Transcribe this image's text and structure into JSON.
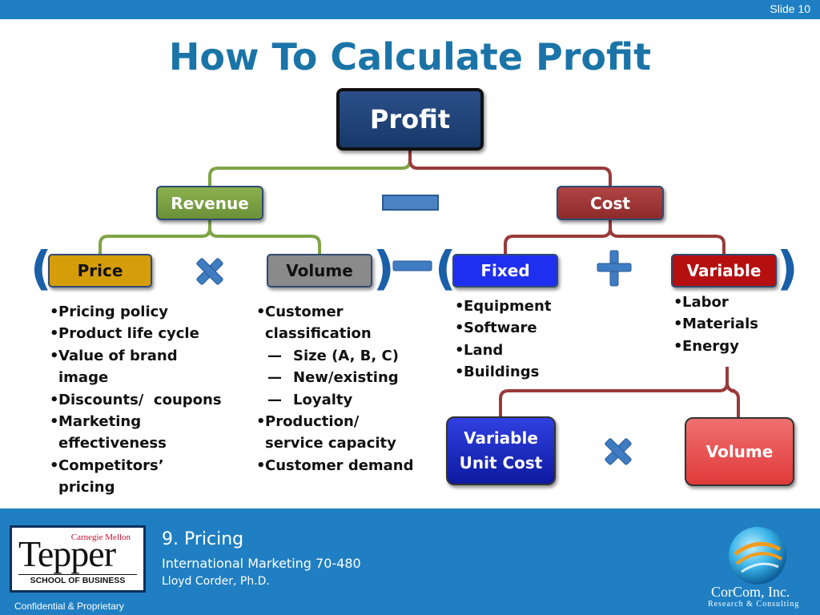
{
  "slide": {
    "number_label": "Slide 10",
    "title": "How To Calculate Profit"
  },
  "nodes": {
    "profit": "Profit",
    "revenue": "Revenue",
    "cost": "Cost",
    "price": "Price",
    "volume": "Volume",
    "fixed": "Fixed",
    "variable": "Variable",
    "variable_unit_cost": [
      "Variable",
      "Unit Cost"
    ],
    "variable_volume": "Volume"
  },
  "colors": {
    "revenue_connector": "#7fa447",
    "cost_connector": "#993a3a",
    "operator_icon": "#3f7cc2"
  },
  "operators": [
    "multiply-icon",
    "minus-icon",
    "plus-icon",
    "multiply-icon",
    "minus-icon"
  ],
  "lists": {
    "price": [
      "Pricing policy",
      "Product life cycle",
      "Value of brand image",
      "Discounts/  coupons",
      "Marketing effectiveness",
      "Competitors’ pricing"
    ],
    "volume": {
      "customer": "Customer classification",
      "sub": [
        "Size (A, B, C)",
        "New/existing",
        "Loyalty"
      ],
      "sub_marker": "—",
      "others": [
        "Production/ service capacity",
        "Customer demand"
      ]
    },
    "fixed": [
      "Equipment",
      "Software",
      "Land",
      "Buildings"
    ],
    "variable": [
      "Labor",
      "Materials",
      "Energy"
    ],
    "bullet": "•"
  },
  "footer": {
    "line1": "9. Pricing",
    "line2": "International Marketing 70-480",
    "line3": "Lloyd Corder, Ph.D.",
    "confidential": "Confidential & Proprietary",
    "logo_left": {
      "top": "Carnegie Mellon",
      "main": "Tepper",
      "bottom": "SCHOOL OF BUSINESS"
    },
    "logo_right": {
      "name": "CorCom, Inc.",
      "tagline": "Research & Consulting"
    }
  }
}
